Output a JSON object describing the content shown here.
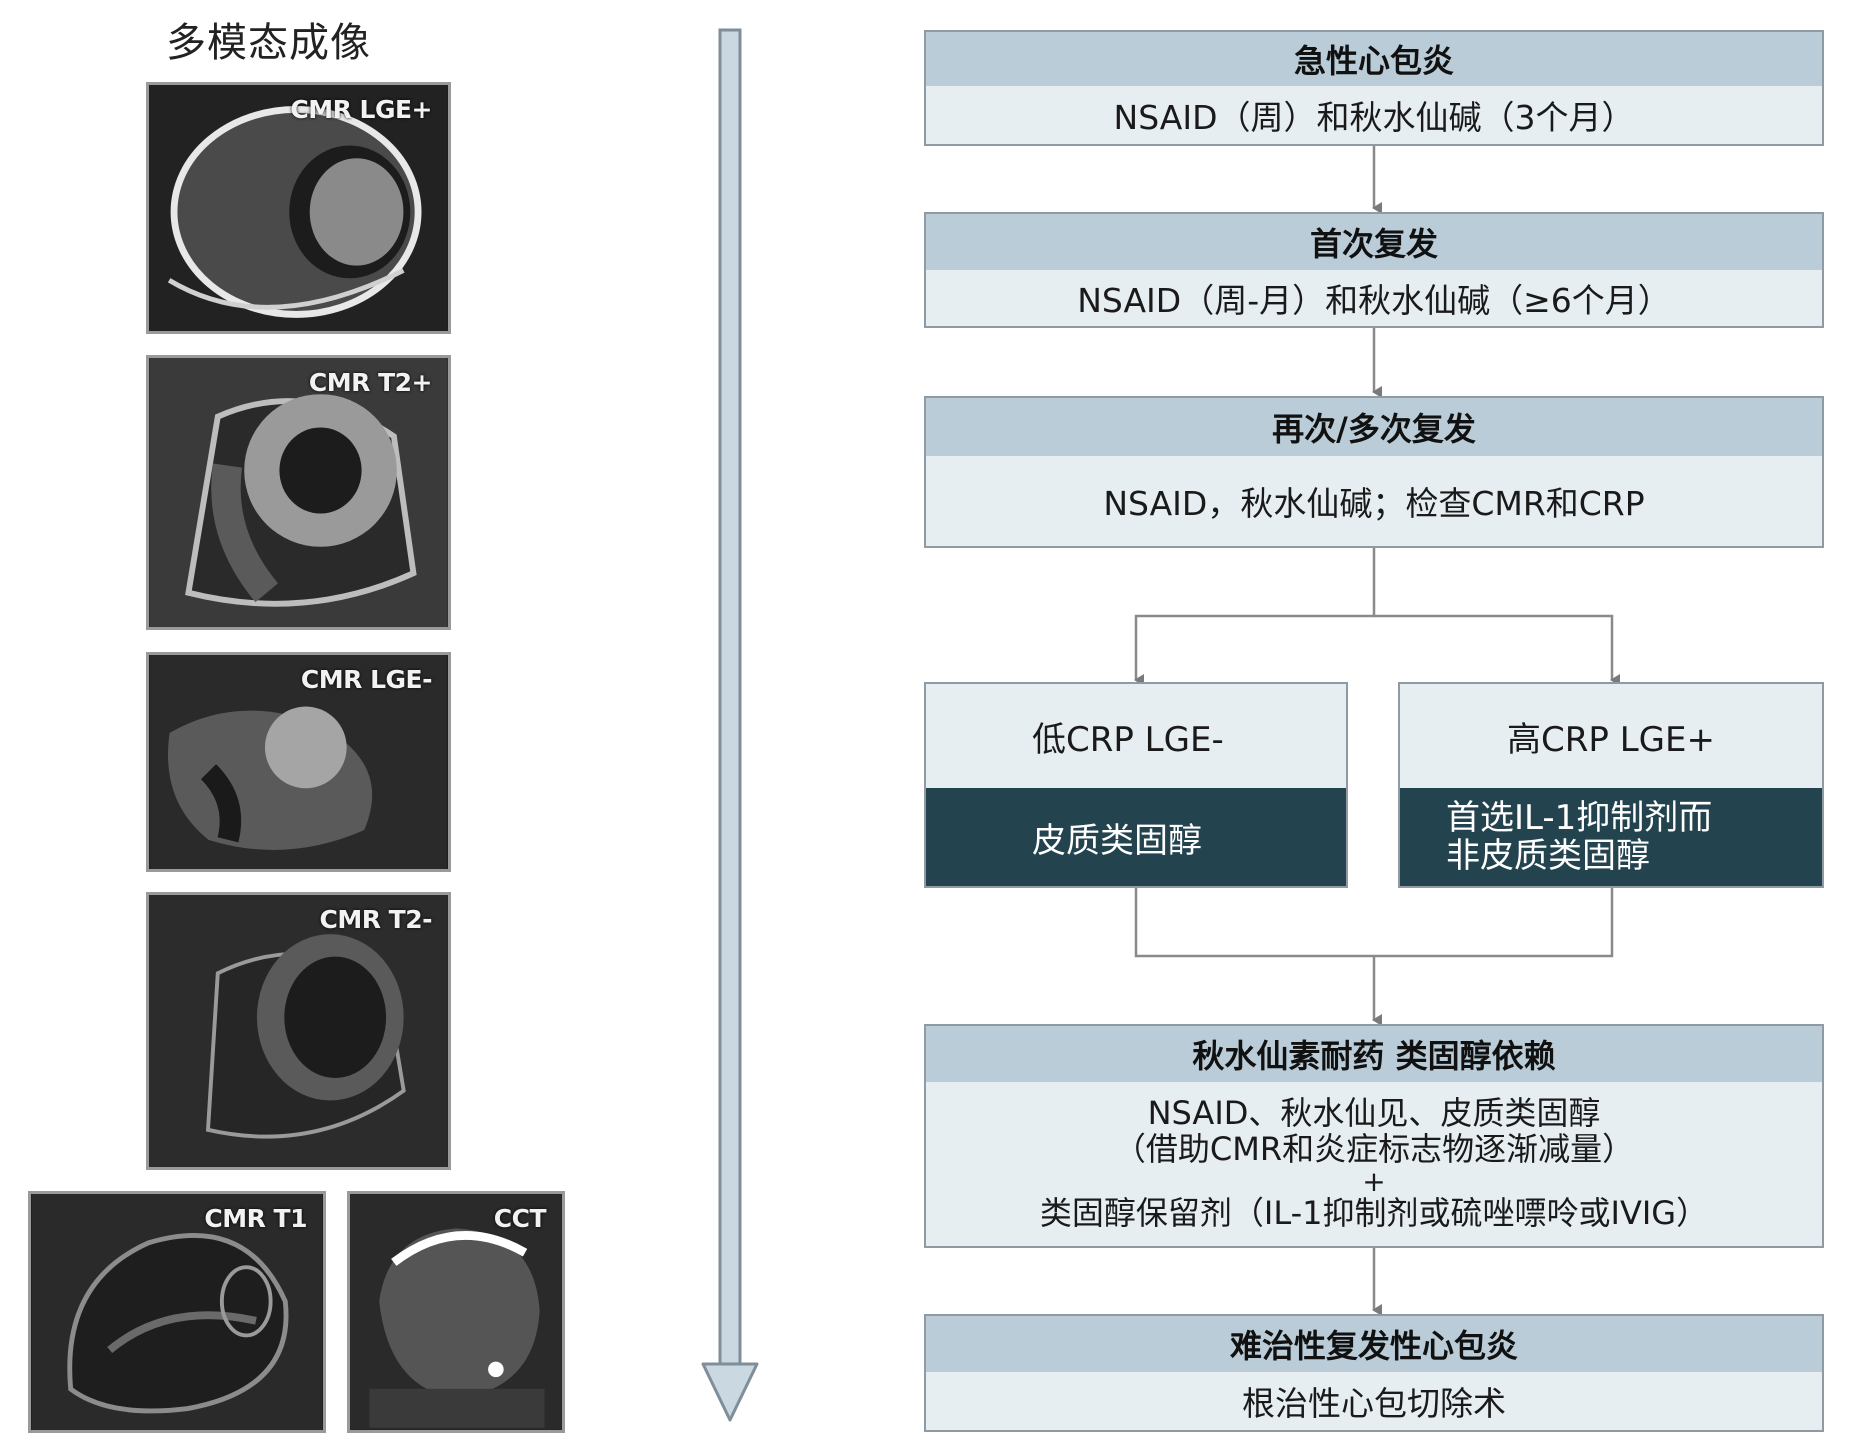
{
  "imaging": {
    "title": "多模态成像",
    "panels": [
      {
        "label": "CMR LGE+"
      },
      {
        "label": "CMR T2+"
      },
      {
        "label": "CMR LGE-"
      },
      {
        "label": "CMR T2-"
      },
      {
        "label": "CMR T1"
      },
      {
        "label": "CCT"
      }
    ]
  },
  "flow": {
    "acute": {
      "title": "急性心包炎",
      "body": "NSAID（周）和秋水仙碱（3个月）"
    },
    "first": {
      "title": "首次复发",
      "body": "NSAID（周-月）和秋水仙碱（≥6个月）"
    },
    "multiple": {
      "title": "再次/多次复发",
      "body": "NSAID，秋水仙碱；检查CMR和CRP"
    },
    "low": {
      "title": "低CRP LGE-",
      "body": "皮质类固醇"
    },
    "high": {
      "title": "高CRP LGE+",
      "body_lines": [
        "首选IL-1抑制剂而",
        "非皮质类固醇"
      ]
    },
    "resistant": {
      "title": "秋水仙素耐药 类固醇依赖",
      "body_lines": [
        "NSAID、秋水仙见、皮质类固醇",
        "（借助CMR和炎症标志物逐渐减量）",
        "+",
        "类固醇保留剂（IL-1抑制剂或硫唑嘌呤或IVIG）"
      ]
    },
    "refractory": {
      "title": "难治性复发性心包炎",
      "body": "根治性心包切除术"
    }
  },
  "colors": {
    "header": "#b9ccd7",
    "body": "#e7eef2",
    "dark": "#23434f",
    "border": "#8f9aa3",
    "arrow": "#c9d8e1"
  }
}
